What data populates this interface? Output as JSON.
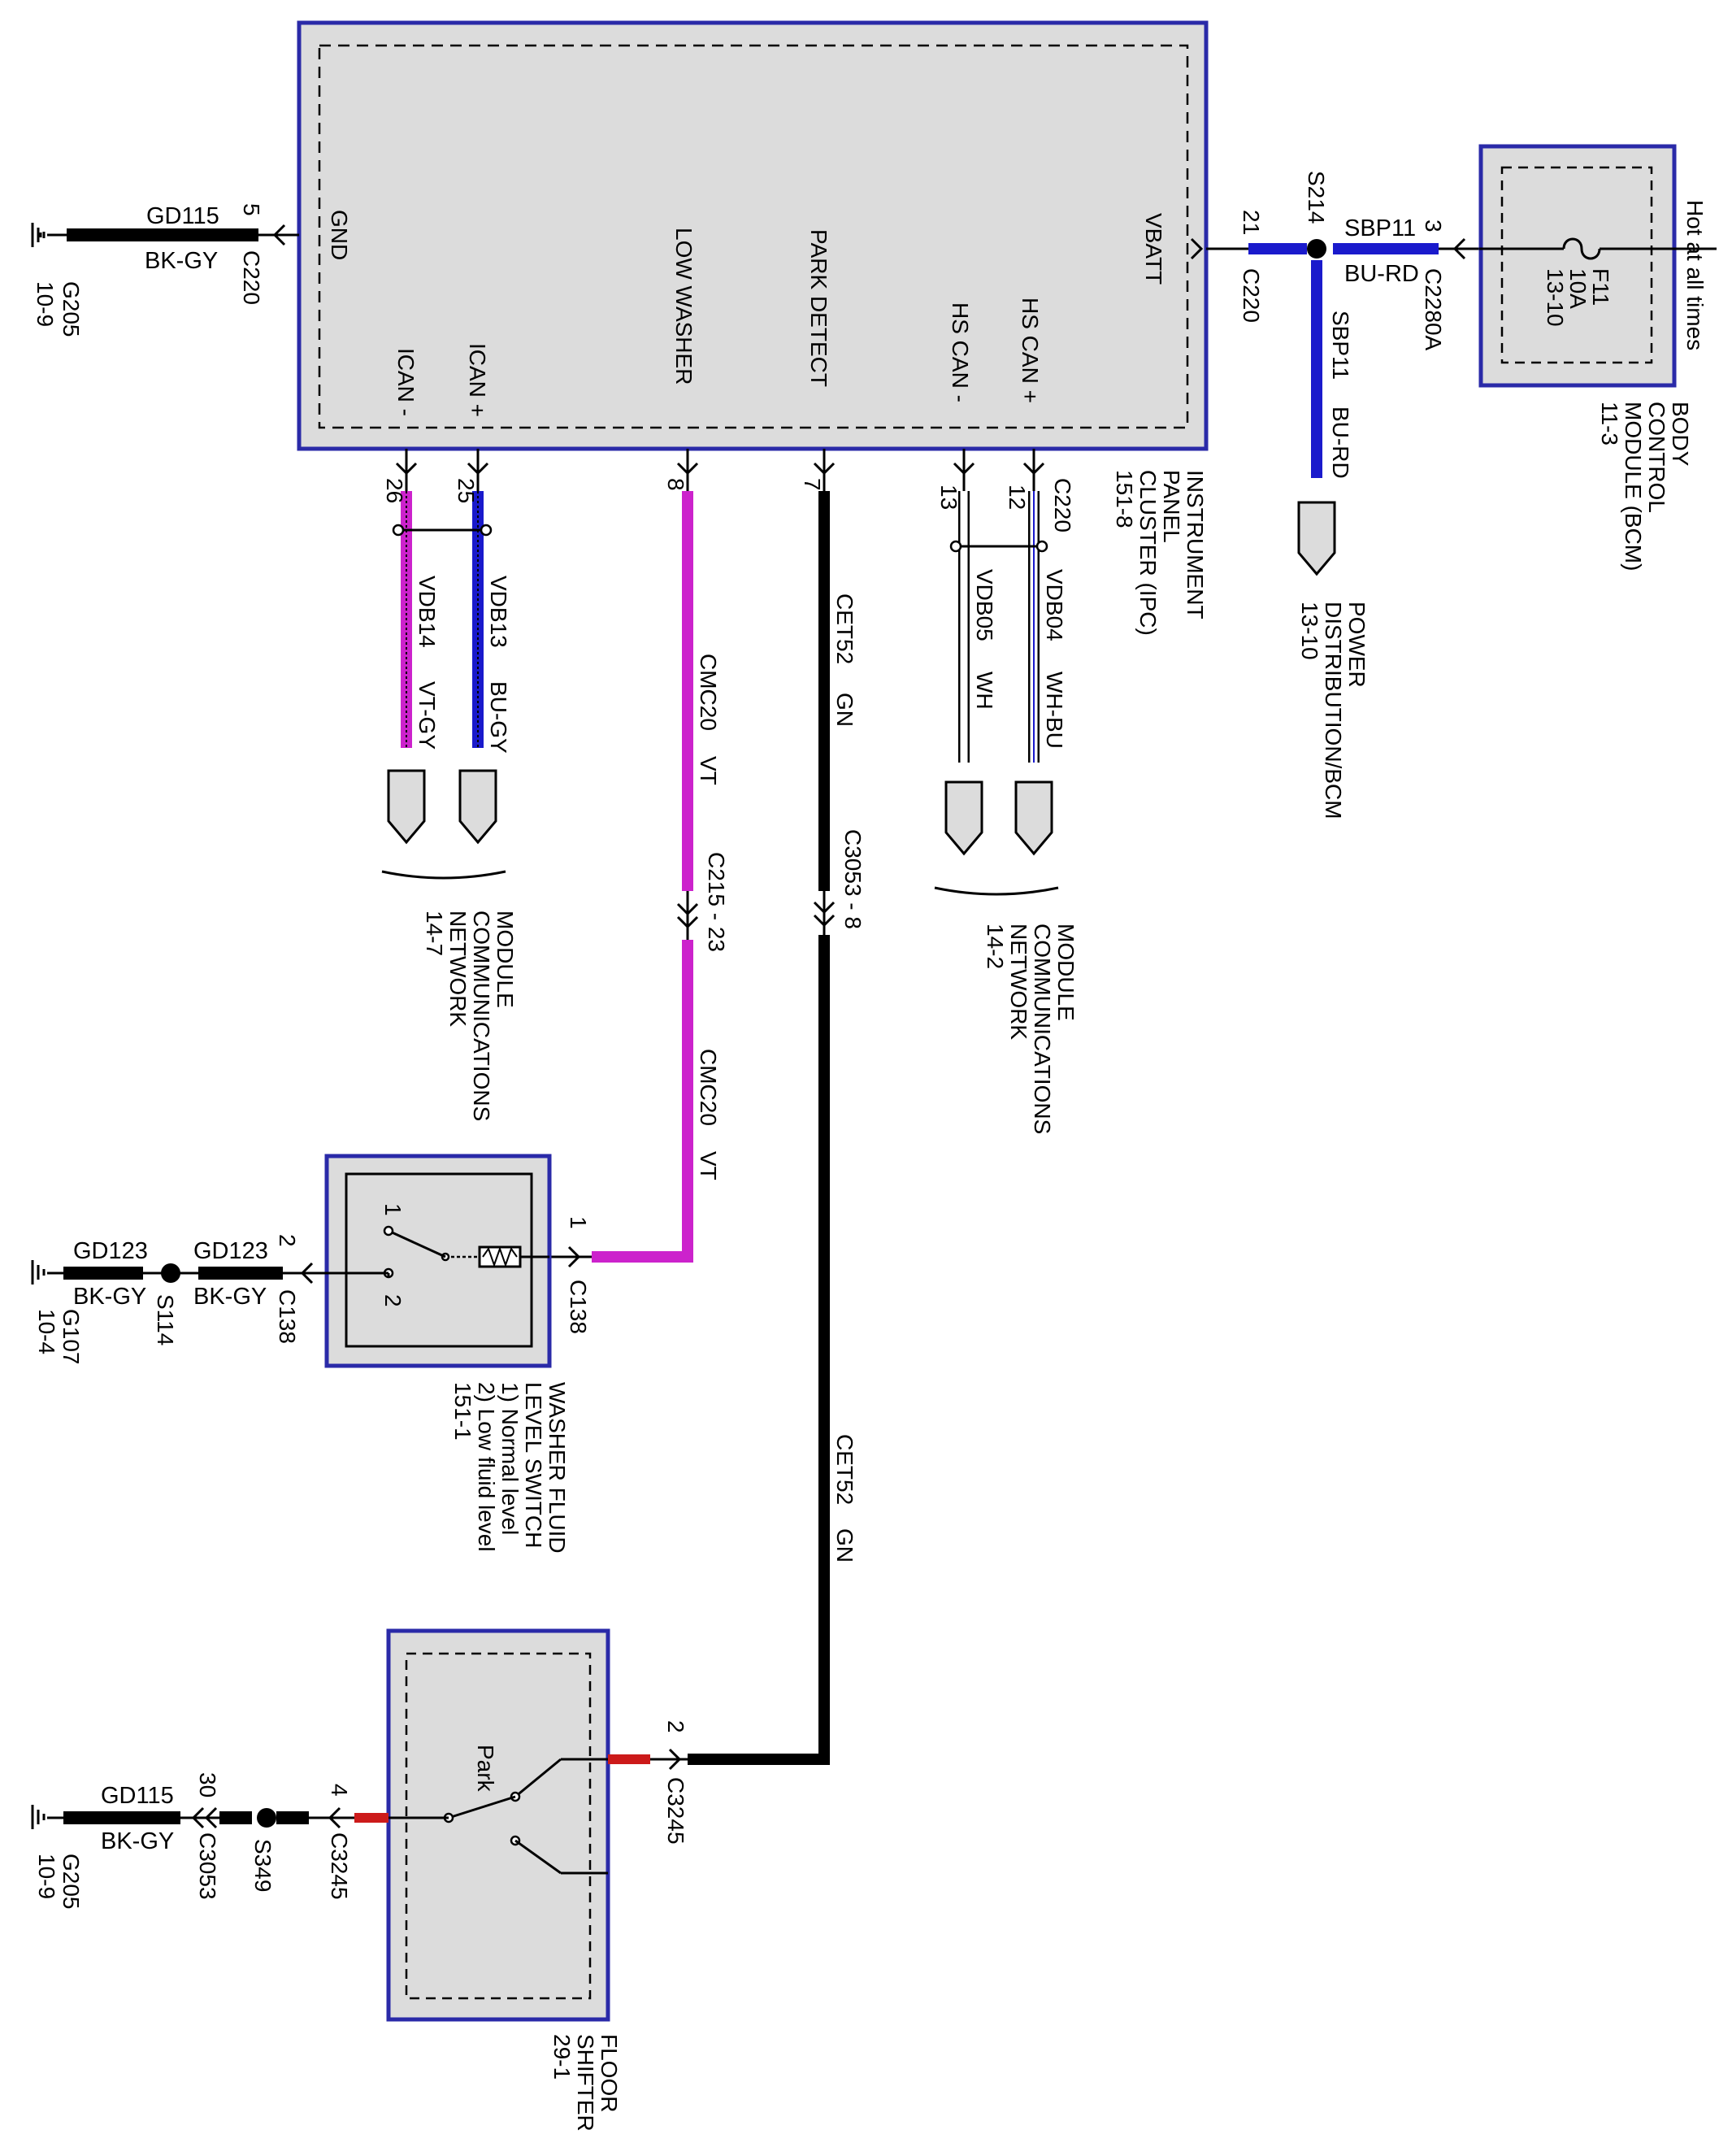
{
  "colors": {
    "module_border": "#2a2aa8",
    "module_fill": "#dcdcdc",
    "wire_black": "#000000",
    "wire_blue": "#1a1acc",
    "wire_violet": "#cc22cc",
    "wire_red": "#cc1a1a",
    "wire_white": "#ffffff"
  },
  "ipc": {
    "name_lines": [
      "INSTRUMENT",
      "PANEL",
      "CLUSTER (IPC)",
      "151-8"
    ],
    "pins": {
      "gnd": "GND",
      "vbatt": "VBATT",
      "low_washer": "LOW WASHER",
      "park_detect": "PARK DETECT",
      "ican_minus": "ICAN -",
      "ican_plus": "ICAN +",
      "hscan_minus": "HS CAN -",
      "hscan_plus": "HS CAN +"
    }
  },
  "ground_top": {
    "circuit": "GD115",
    "color": "BK-GY",
    "pin": "5",
    "connector": "C220",
    "ground": "G205",
    "page": "10-9"
  },
  "power": {
    "pin_ipc": "21",
    "connector_ipc": "C220",
    "splice": "S214",
    "circuit_h": "SBP11",
    "color_h": "BU-RD",
    "pin_bcm": "3",
    "connector_bcm": "C2280A",
    "circuit_v": "SBP11",
    "color_v": "BU-RD",
    "pd_lines": [
      "POWER",
      "DISTRIBUTION/BCM",
      "13-10"
    ]
  },
  "bcm": {
    "hot": "Hot at all times",
    "fuse": "F11",
    "amps": "10A",
    "fuse_page": "13-10",
    "name_lines": [
      "BODY",
      "CONTROL",
      "MODULE (BCM)",
      "11-3"
    ]
  },
  "ican": {
    "pin_minus": "26",
    "pin_plus": "25",
    "circuit_minus": "VDB14",
    "color_minus": "VT-GY",
    "circuit_plus": "VDB13",
    "color_plus": "BU-GY",
    "network_lines": [
      "MODULE",
      "COMMUNICATIONS",
      "NETWORK",
      "14-7"
    ]
  },
  "hscan": {
    "pin_minus": "13",
    "pin_plus": "12",
    "connector": "C220",
    "circuit_minus": "VDB05",
    "color_minus": "WH",
    "circuit_plus": "VDB04",
    "color_plus": "WH-BU",
    "network_lines": [
      "MODULE",
      "COMMUNICATIONS",
      "NETWORK",
      "14-2"
    ]
  },
  "washer": {
    "pin_ipc": "8",
    "circuit": "CMC20",
    "color": "VT",
    "inline": "C215 - 23",
    "pin_switch": "1",
    "connector": "C138",
    "contact1": "1",
    "contact2": "2",
    "gnd_pin": "2",
    "gnd_connector": "C138",
    "gnd_circuit_a": "GD123",
    "gnd_color_a": "BK-GY",
    "gnd_circuit_b": "GD123",
    "gnd_color_b": "BK-GY",
    "splice": "S114",
    "ground": "G107",
    "page": "10-4",
    "name_lines": [
      "WASHER FLUID",
      "LEVEL SWITCH",
      "1) Normal level",
      "2) Low fluid level",
      "151-1"
    ]
  },
  "park": {
    "pin_ipc": "7",
    "circuit": "CET52",
    "color": "GN",
    "inline": "C3053 - 8",
    "pin_shifter": "2",
    "connector": "C3245",
    "switch_label": "Park",
    "gnd_pin": "4",
    "gnd_connector": "C3245",
    "gnd_inline_pin": "30",
    "gnd_inline": "C3053",
    "splice": "S349",
    "gnd_circuit": "GD115",
    "gnd_color": "BK-GY",
    "ground": "G205",
    "page": "10-9",
    "name_lines": [
      "FLOOR",
      "SHIFTER",
      "29-1"
    ]
  }
}
